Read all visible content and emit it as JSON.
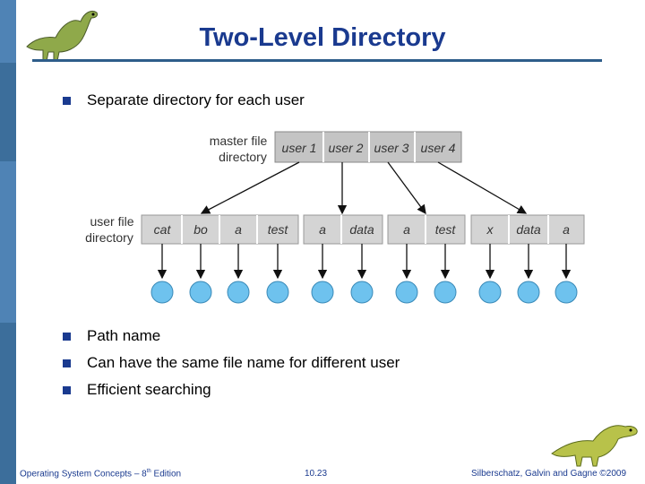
{
  "slide": {
    "title": "Two-Level Directory",
    "bullets_top": [
      "Separate directory for each user"
    ],
    "bullets_bottom": [
      "Path name",
      "Can have the same file name for different user",
      "Efficient searching"
    ]
  },
  "diagram": {
    "master_label": [
      "master file",
      "directory"
    ],
    "user_label": [
      "user file",
      "directory"
    ],
    "master_entries": [
      "user 1",
      "user 2",
      "user 3",
      "user 4"
    ],
    "user_groups": [
      [
        "cat",
        "bo",
        "a",
        "test"
      ],
      [
        "a",
        "data"
      ],
      [
        "a",
        "test"
      ],
      [
        "x",
        "data",
        "a"
      ]
    ]
  },
  "footer": {
    "left_prefix": "Operating System Concepts – 8",
    "left_sup": "th",
    "left_suffix": " Edition",
    "center": "10.23",
    "right": "Silberschatz, Galvin and Gagne ©2009"
  },
  "colors": {
    "title": "#1a3a8f",
    "sidebar": "#3c6e9b",
    "cell_fill": "#d4d4d4",
    "master_cell_fill": "#c4c4c4",
    "file_node": "#6ec2ee"
  }
}
